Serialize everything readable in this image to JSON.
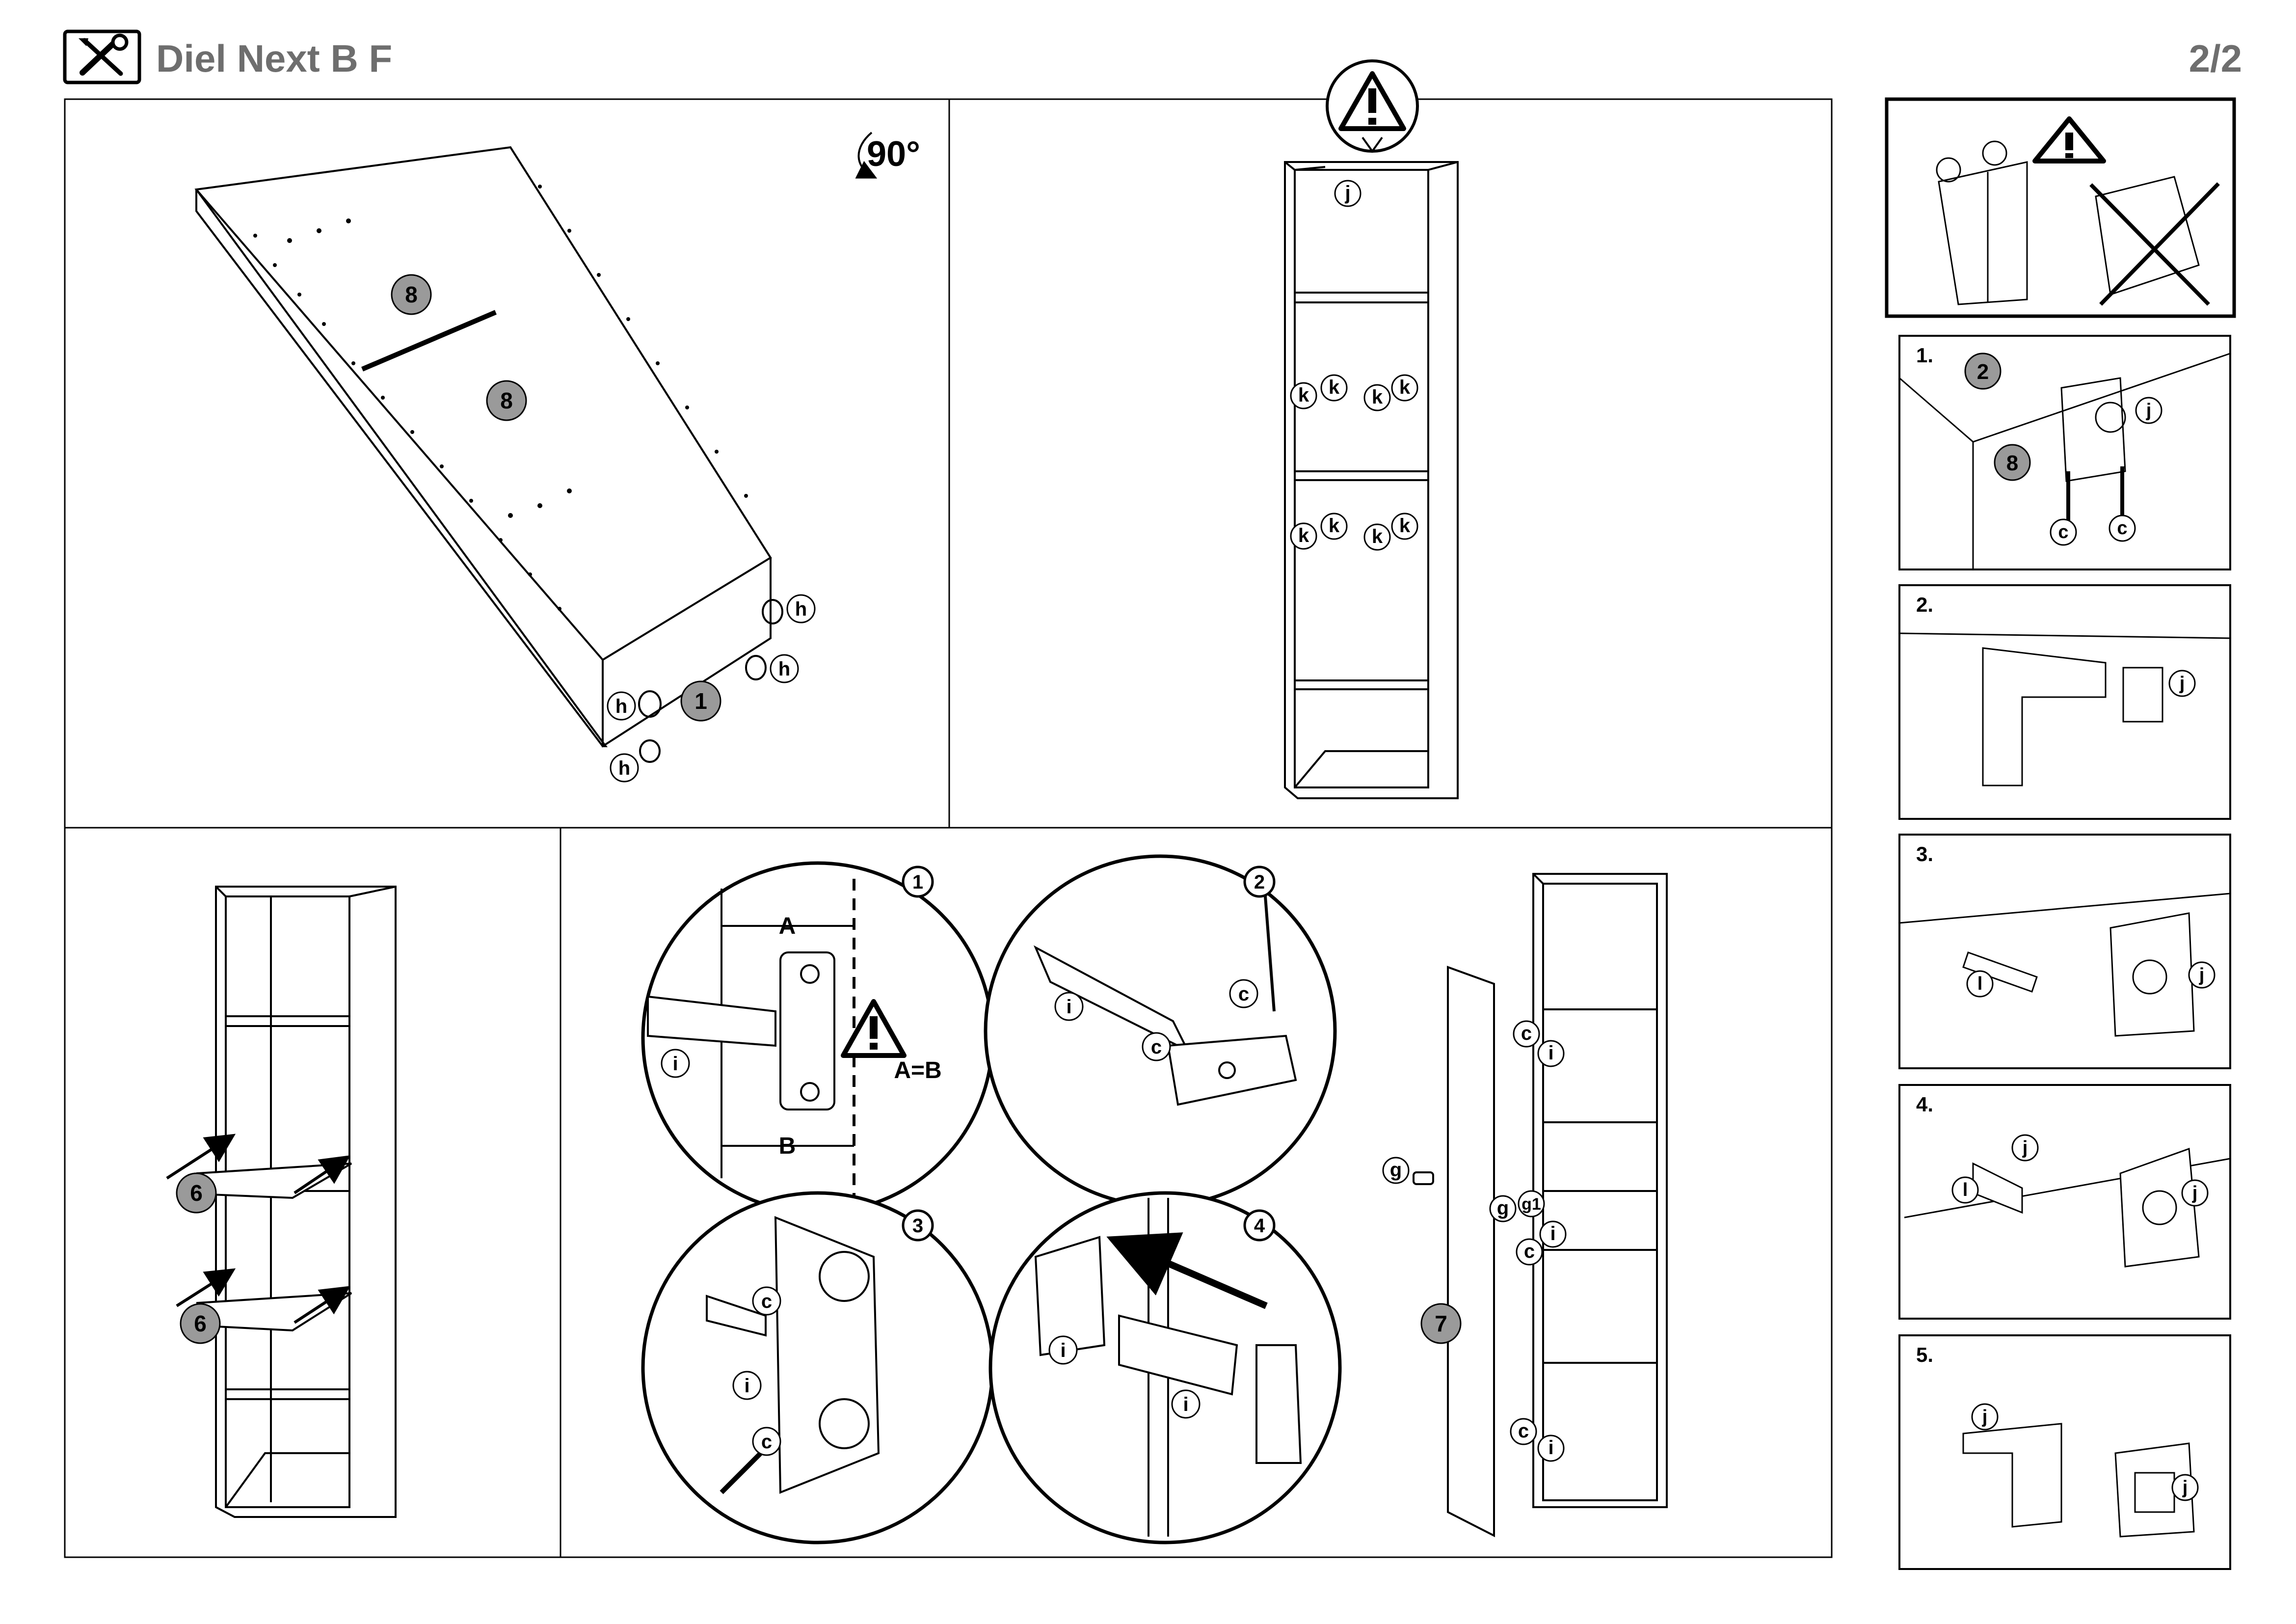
{
  "header": {
    "tool_icon": "tools-icon",
    "title": "Diel Next B F",
    "page": "2/2"
  },
  "panel1": {
    "rotate_label": "90°",
    "part_labels": [
      "8",
      "8",
      "1"
    ],
    "fitting_labels": [
      "h",
      "h",
      "h",
      "h"
    ]
  },
  "panel2": {
    "warning_icon": "warning-icon",
    "top_fitting": "j",
    "shelf_pins_upper": [
      "k",
      "k",
      "k",
      "k"
    ],
    "shelf_pins_lower": [
      "k",
      "k",
      "k",
      "k"
    ]
  },
  "panel3": {
    "shelf_labels": [
      "6",
      "6"
    ]
  },
  "panel4": {
    "circle_numbers": [
      "1",
      "2",
      "3",
      "4"
    ],
    "detail1": {
      "top_dim": "A",
      "bottom_dim": "B",
      "rule": "A=B",
      "fitting": "i"
    },
    "detail2": {
      "fittings": [
        "i",
        "c",
        "c"
      ]
    },
    "detail3": {
      "fittings": [
        "c",
        "i",
        "c"
      ]
    },
    "detail4": {
      "fittings": [
        "i",
        "i"
      ]
    }
  },
  "panel5": {
    "door_label": "7",
    "fittings": [
      "c",
      "i",
      "g",
      "g",
      "g1",
      "i",
      "c",
      "c",
      "i"
    ]
  },
  "sidebar": {
    "warning_icon": "warning-icon",
    "steps": [
      {
        "label": "1.",
        "parts": [
          "2",
          "8"
        ],
        "fittings": [
          "j",
          "c",
          "c"
        ]
      },
      {
        "label": "2.",
        "fittings": [
          "j"
        ]
      },
      {
        "label": "3.",
        "fittings": [
          "l",
          "j"
        ]
      },
      {
        "label": "4.",
        "fittings": [
          "j",
          "l",
          "j"
        ]
      },
      {
        "label": "5.",
        "fittings": [
          "j",
          "j"
        ]
      }
    ]
  }
}
